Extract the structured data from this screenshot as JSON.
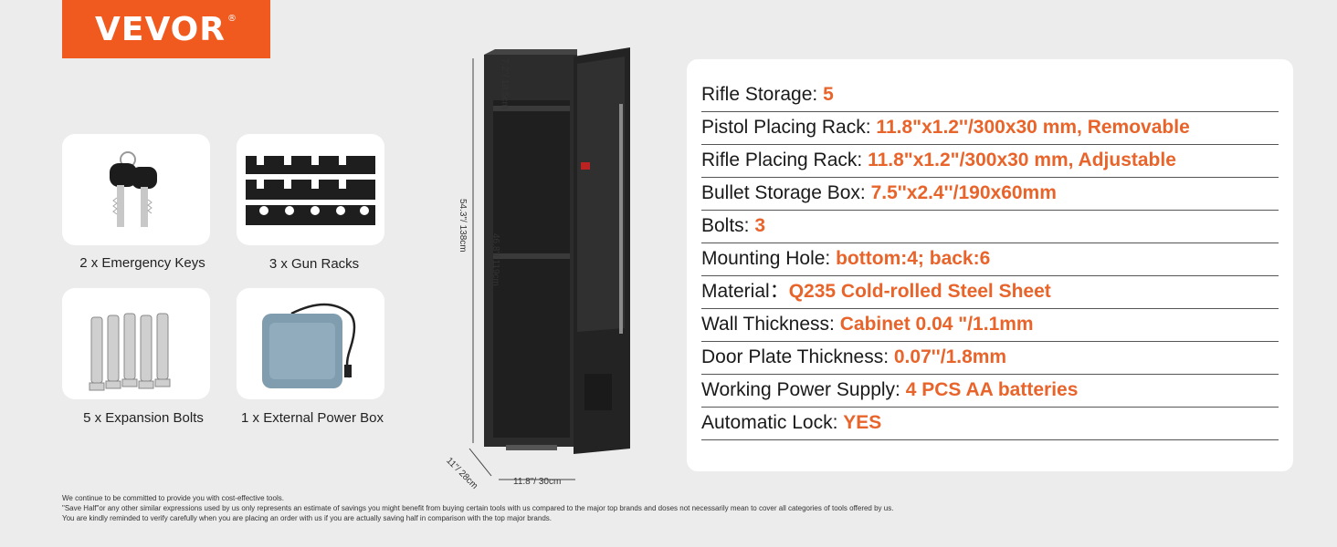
{
  "brand": {
    "name": "VEVOR",
    "mark": "®",
    "color": "#f05a1f"
  },
  "accessories": [
    {
      "label": "2 x Emergency Keys",
      "icon": "keys-icon"
    },
    {
      "label": "3 x Gun Racks",
      "icon": "gun-racks-icon"
    },
    {
      "label": "5 x Expansion Bolts",
      "icon": "expansion-bolts-icon"
    },
    {
      "label": "1 x External Power Box",
      "icon": "power-box-icon"
    }
  ],
  "dimensions": {
    "top_gap": "7.2\"/ 18.5cm",
    "height": "54.3\"/ 138cm",
    "inner_height": "46.8\"/ 119cm",
    "depth": "11\"/ 28cm",
    "width": "11.8\"/ 30cm"
  },
  "specs": [
    {
      "label": "Rifle Storage: ",
      "value": "5"
    },
    {
      "label": "Pistol Placing Rack: ",
      "value": "11.8\"x1.2''/300x30 mm, Removable"
    },
    {
      "label": "Rifle Placing Rack: ",
      "value": "11.8\"x1.2\"/300x30 mm, Adjustable"
    },
    {
      "label": "Bullet Storage Box: ",
      "value": "7.5''x2.4''/190x60mm"
    },
    {
      "label": "Bolts: ",
      "value": "3"
    },
    {
      "label": "Mounting Hole: ",
      "value": "bottom:4; back:6"
    },
    {
      "label": "Material：",
      "value": "Q235 Cold-rolled Steel Sheet"
    },
    {
      "label": "Wall Thickness: ",
      "value": "Cabinet 0.04 \"/1.1mm"
    },
    {
      "label": "Door Plate Thickness: ",
      "value": "0.07''/1.8mm"
    },
    {
      "label": "Working Power Supply: ",
      "value": "4 PCS AA batteries"
    },
    {
      "label": "Automatic Lock: ",
      "value": "YES"
    }
  ],
  "disclaimer": [
    "We continue to be committed to provide you with cost-effective tools.",
    "\"Save Half\"or any other similar expressions used by us only represents an estimate of savings you might benefit from buying certain tools with us compared to the major top brands and doses not necessarily mean to cover all categories of tools offered by us.",
    "You are kindly reminded to verify carefully when you are placing an order with us if you are actually saving half in comparison with the top major brands."
  ],
  "colors": {
    "accent": "#e8642a",
    "background": "#ececec",
    "cabinet": "#2b2b2b"
  }
}
